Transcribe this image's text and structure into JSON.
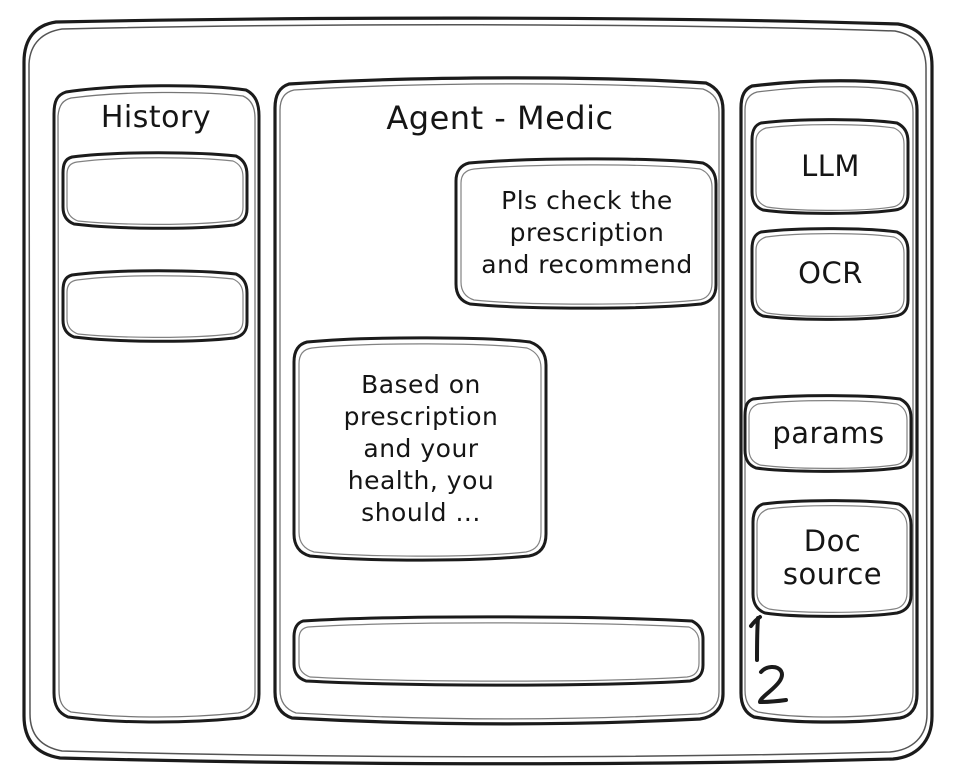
{
  "meta": {
    "style": "hand-drawn wireframe",
    "stroke_color": "#1b1b1b",
    "background_color": "#ffffff"
  },
  "window": {
    "frame_label": "app-window"
  },
  "sidebar_left": {
    "title": "History",
    "items": [
      {
        "label": "",
        "name": "history-item-1"
      },
      {
        "label": "",
        "name": "history-item-2"
      }
    ]
  },
  "main": {
    "title": "Agent - Medic",
    "messages": [
      {
        "role": "user",
        "text": "Pls check the\nprescription\nand recommend"
      },
      {
        "role": "assistant",
        "text": "Based on\nprescription\nand your\nhealth, you\nshould ..."
      }
    ],
    "composer": {
      "value": "",
      "placeholder": ""
    }
  },
  "sidebar_right": {
    "buttons": [
      {
        "label": "LLM",
        "name": "llm-button"
      },
      {
        "label": "OCR",
        "name": "ocr-button"
      },
      {
        "label": "params",
        "name": "params-button"
      },
      {
        "label": "Doc\nsource",
        "name": "doc-source-button"
      }
    ],
    "doc_list": [
      {
        "label": "1"
      },
      {
        "label": "2"
      }
    ]
  }
}
